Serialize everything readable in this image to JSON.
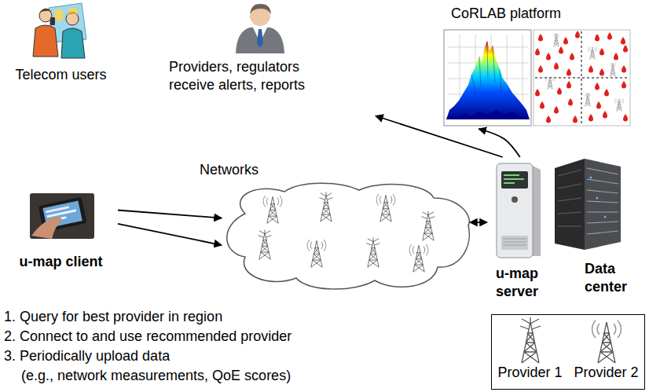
{
  "diagram": {
    "nodes": [
      {
        "text": [
          "CoRLAB platform"
        ]
      },
      {
        "text": [
          "Telecom users"
        ]
      },
      {
        "text": [
          "Providers, regulators receive alerts, reports"
        ]
      },
      {
        "text": [
          "Networks"
        ]
      },
      {
        "text": [
          "u-map client"
        ]
      },
      {
        "text": [
          "u-map server"
        ]
      },
      {
        "text": [
          "Data center"
        ]
      }
    ],
    "edges": [
      {
        "from": 4,
        "to": 3,
        "arrow": "to"
      },
      {
        "from": 4,
        "to": 3,
        "arrow": "to"
      },
      {
        "from": 3,
        "to": 5,
        "arrow": "both"
      },
      {
        "from": 5,
        "to": 2,
        "arrow": "to"
      },
      {
        "from": 5,
        "to": 0,
        "arrow": "to"
      }
    ],
    "labels": [
      "1. Query for best provider in region",
      "2. Connect to and use recommended provider",
      "3. Periodically upload data (e.g., network measurements, QoE scores)"
    ],
    "legend": [
      {
        "text": "Provider 1"
      },
      {
        "text": "Provider 2"
      }
    ]
  }
}
